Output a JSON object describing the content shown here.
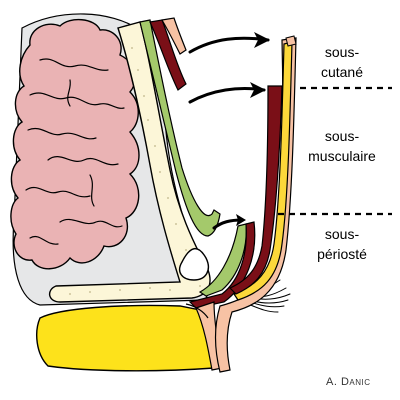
{
  "labels": {
    "subcutaneous": [
      "sous-",
      "cutané"
    ],
    "submuscular": [
      "sous-",
      "musculaire"
    ],
    "subperiosteal": [
      "sous-",
      "périosté"
    ]
  },
  "credit": {
    "initial": "A.",
    "name": "Danic"
  },
  "colors": {
    "brain": "#eab3b4",
    "brain_outline": "#000000",
    "dura_grey": "#e6e7e8",
    "bone_cream": "#fcf6d8",
    "periosteum_green": "#a4c96b",
    "muscle_maroon": "#7a0f17",
    "fat_yellow": "#fcd83a",
    "skin_pink": "#f7c2a4",
    "orbit_yellow": "#fde21b"
  },
  "icons": [
    "arrow-icon",
    "eyelash-icon",
    "dashed-separator"
  ]
}
